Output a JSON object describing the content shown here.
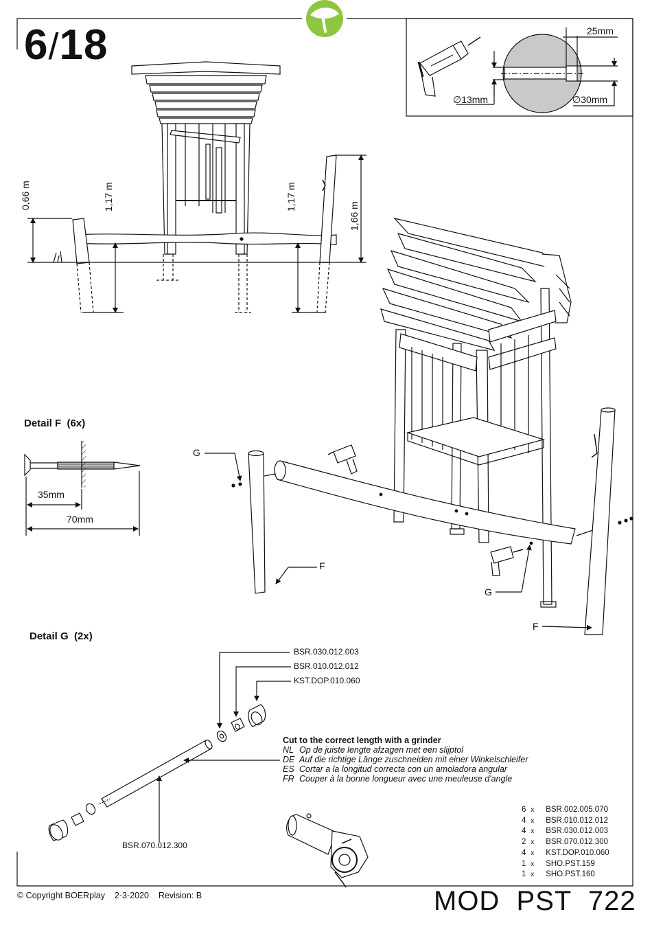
{
  "page": {
    "number": "6",
    "separator": "/",
    "total": "18",
    "logo_icon": "boerplay-leaf-icon"
  },
  "drill_inset": {
    "depth_label": "25mm",
    "bit_label": "∅13mm",
    "hole_label": "∅30mm",
    "drill_icon": "power-drill-icon"
  },
  "elevation": {
    "dim_left_height": "0,66 m",
    "dim_left_depth": "1,17 m",
    "dim_right_depth": "1,17 m",
    "dim_total": "1,66 m"
  },
  "detail_f": {
    "title": "Detail F",
    "count": "(6x)",
    "dim_embed": "35mm",
    "dim_length": "70mm"
  },
  "callouts": {
    "g_top": "G",
    "f_left": "F",
    "g_bottom": "G",
    "f_right": "F"
  },
  "detail_g": {
    "title": "Detail G",
    "count": "(2x)",
    "parts": {
      "washer": "BSR.030.012.003",
      "nut": "BSR.010.012.012",
      "cap": "KST.DOP.010.060",
      "rod": "BSR.070.012.300"
    }
  },
  "cut_note": {
    "title": "Cut to the correct length with a grinder",
    "lines": [
      {
        "lang": "NL",
        "text": "Op de juiste lengte afzagen met een slijptol"
      },
      {
        "lang": "DE",
        "text": "Auf die richtige Länge zuschneiden mit einer Winkelschleifer"
      },
      {
        "lang": "ES",
        "text": "Cortar a la longitud correcta con un amoladora angular"
      },
      {
        "lang": "FR",
        "text": "Couper à la bonne longueur avec une meuleuse d'angle"
      }
    ],
    "grinder_icon": "angle-grinder-icon"
  },
  "parts_list": [
    {
      "qty": "6",
      "x": "x",
      "code": "BSR.002.005.070"
    },
    {
      "qty": "4",
      "x": "x",
      "code": "BSR.010.012.012"
    },
    {
      "qty": "4",
      "x": "x",
      "code": "BSR.030.012.003"
    },
    {
      "qty": "2",
      "x": "x",
      "code": "BSR.070.012.300"
    },
    {
      "qty": "4",
      "x": "x",
      "code": "KST.DOP.010.060"
    },
    {
      "qty": "1",
      "x": "x",
      "code": "SHO.PST.159"
    },
    {
      "qty": "1",
      "x": "x",
      "code": "SHO.PST.160"
    }
  ],
  "footer": {
    "copyright": "© Copyright BOERplay",
    "date": "2-3-2020",
    "revision": "Revision: B",
    "model": "MOD  PST  722"
  },
  "colors": {
    "logo_green": "#8dc63f",
    "line": "#111111",
    "hole_gray": "#c9c9c9"
  }
}
